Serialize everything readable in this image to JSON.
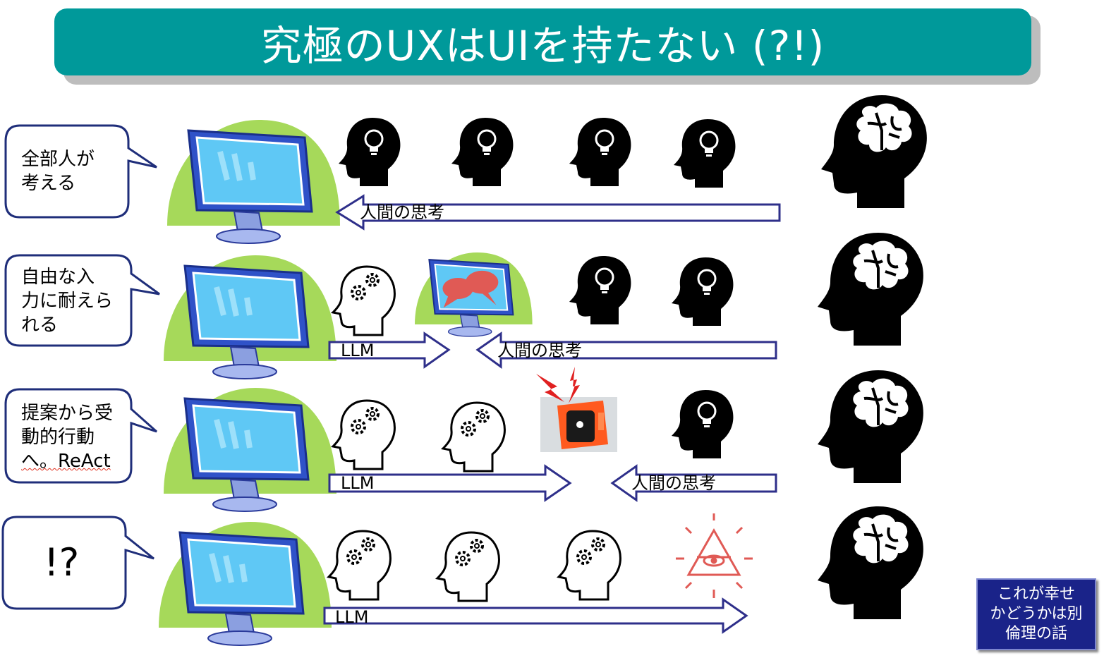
{
  "title": "究極のUXはUIを持たない (?!)",
  "rows": [
    {
      "callout_lines": [
        "全部人が",
        "考える"
      ],
      "arrows": [
        {
          "label": "人間の思考"
        }
      ]
    },
    {
      "callout_lines": [
        "自由な入",
        "力に耐えら",
        "れる"
      ],
      "arrows": [
        {
          "label": "LLM"
        },
        {
          "label": "人間の思考"
        }
      ]
    },
    {
      "callout_lines": [
        "提案から受",
        "動的行動",
        "へ。ReAct"
      ],
      "arrows": [
        {
          "label": "LLM"
        },
        {
          "label": "人間の思考"
        }
      ]
    },
    {
      "callout_lines": [
        "!?"
      ],
      "arrows": [
        {
          "label": "LLM"
        }
      ]
    }
  ],
  "note": {
    "lines": [
      "これが幸せ",
      "かどうかは別",
      "倫理の話"
    ]
  },
  "icons": {
    "computer": "computer-monitor-icon",
    "thinking_head": "lightbulb-head-icon",
    "llm_head": "gears-head-icon",
    "brain_head": "brain-head-icon",
    "chat_monitor": "chat-monitor-icon",
    "device": "rabbit-device-icon",
    "eye": "all-seeing-eye-icon"
  },
  "colors": {
    "title_bg": "#00999a",
    "monitor_blob": "#a6d95a",
    "arrow_stroke": "#2e2f8a",
    "note_bg": "#1a2389",
    "alert_red": "#e02020"
  }
}
